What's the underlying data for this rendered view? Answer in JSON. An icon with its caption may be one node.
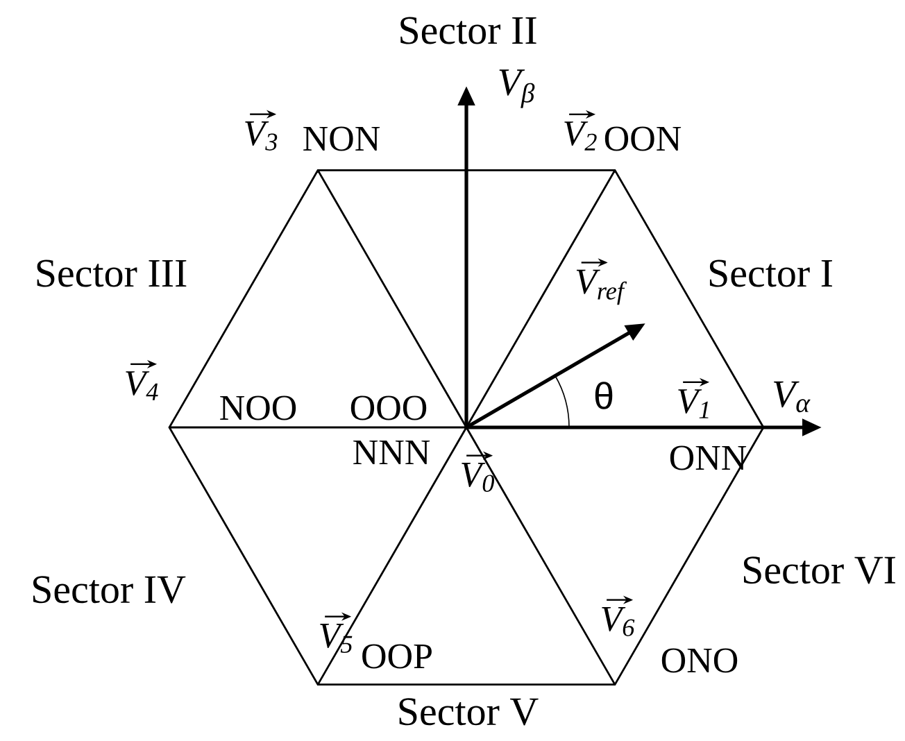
{
  "diagram": {
    "labels": [
      "Sector II",
      "V$_{β}$",
      "V$_{3}$",
      "NON",
      "V$_{2}$",
      "OON",
      "Sector III",
      "Sector I",
      "V$_{ref}$",
      "V$_{4}$",
      "NOO",
      "OOO",
      "θ",
      "V$_{1}$",
      "V$_{α}$",
      "NNN",
      "ONN",
      "V$_{0}$",
      "Sector IV",
      "Sector VI",
      "V$_{5}$",
      "V$_{6}$",
      "OOP",
      "ONO",
      "Sector V"
    ]
  }
}
